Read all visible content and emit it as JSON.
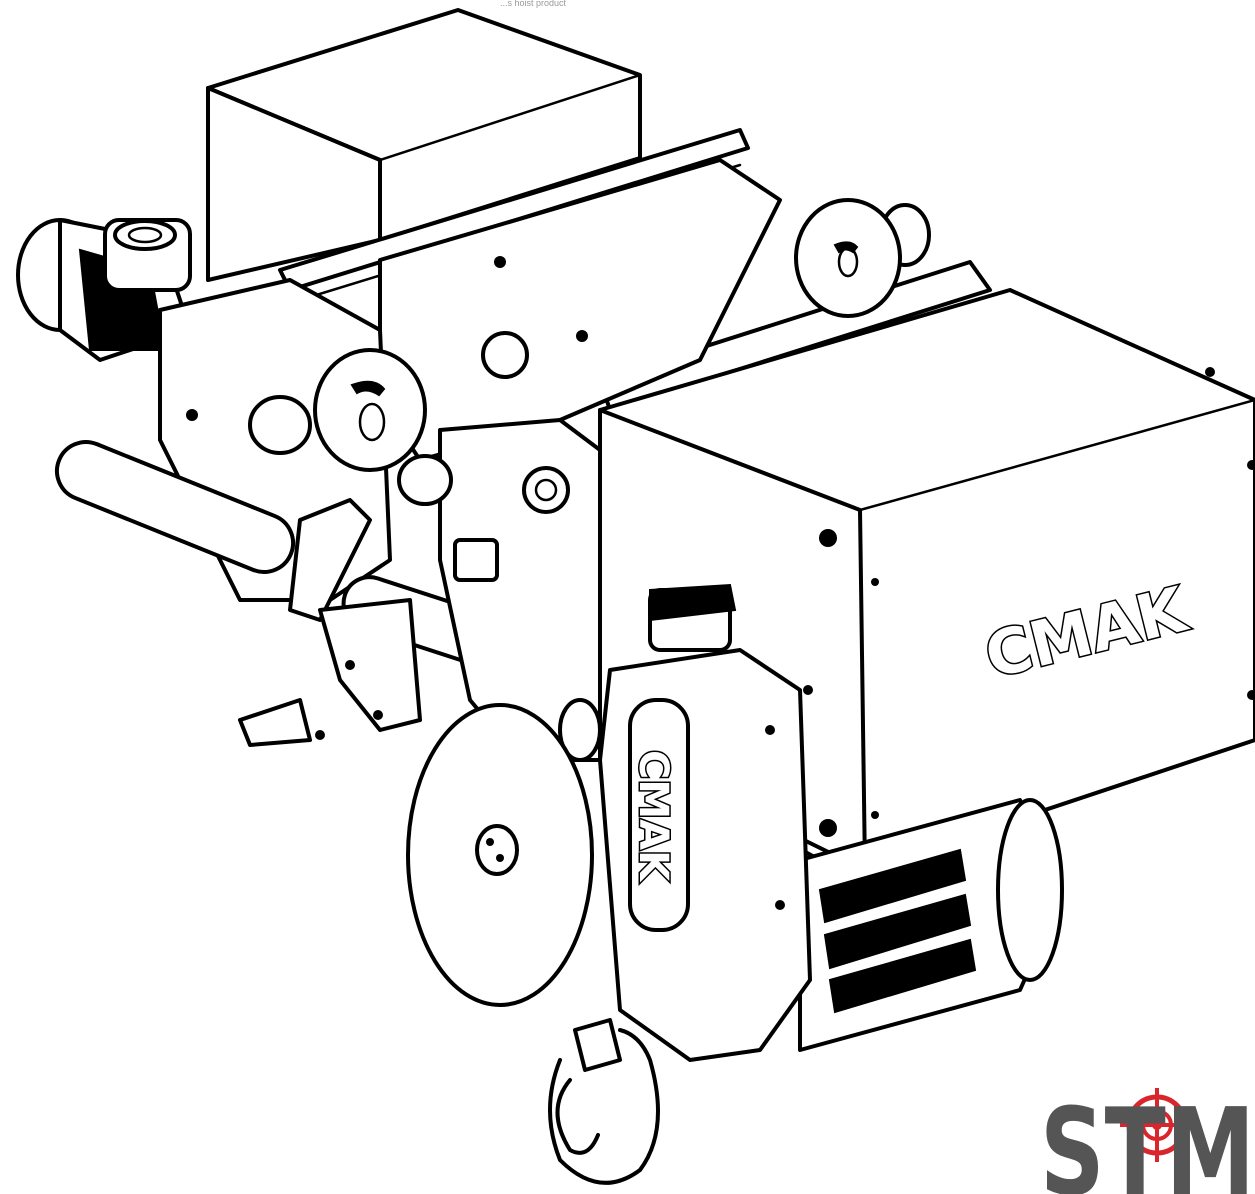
{
  "image": {
    "subject": "electric wire rope hoist line drawing",
    "background": "#ffffff",
    "line_color": "#000000",
    "top_caption": "...s hoist product"
  },
  "labels": {
    "motor_cover_brand": "CMAK",
    "gear_cover_brand": "CMAK"
  },
  "watermark": {
    "text": "STM",
    "accent_color": "#d9262c",
    "text_color": "#555555",
    "icon": "crosshair-target-icon"
  }
}
